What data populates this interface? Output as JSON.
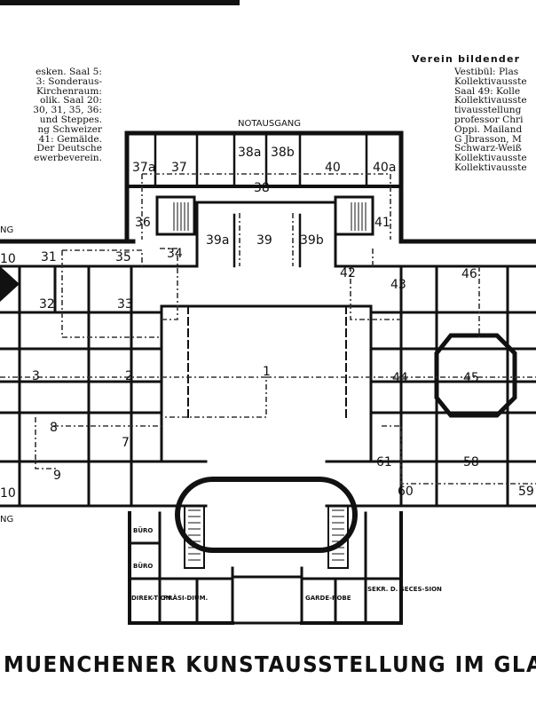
{
  "article": {
    "heading": "Verein bildender",
    "left_column": [
      "esken. Saal 5:",
      "3: Sonderaus-",
      "Kirchenraum:",
      "olik. Saal 20:",
      "30, 31, 35, 36:",
      "und Steppes.",
      "ng Schweizer",
      "41: Gemälde.",
      "Der Deutsche",
      "ewerbeverein."
    ],
    "right_column": [
      "Vestibül: Plas",
      "Kollektivausste",
      "Saal 49: Kolle",
      "Kollektivausste",
      "tivausstellung",
      "professor Chri",
      "Oppi. Mailand",
      "G Jbrasson, M",
      "Schwarz-Weiß",
      "Kollektivausste",
      "Kollektivausste"
    ]
  },
  "plan": {
    "notausgang": "NOTAUSGANG",
    "edge_label_top": "NG",
    "edge_label_bottom": "NG",
    "rooms": {
      "r1": "1",
      "r2": "2",
      "r3": "3",
      "r7": "7",
      "r8": "8",
      "r9": "9",
      "r10a": "10",
      "r10b": "10",
      "r31": "31",
      "r32": "32",
      "r33": "33",
      "r34": "34",
      "r35": "35",
      "r36": "36",
      "r37a": "37a",
      "r37": "37",
      "r38": "38",
      "r38a": "38a",
      "r38b": "38b",
      "r39": "39",
      "r39a": "39a",
      "r39b": "39b",
      "r40": "40",
      "r40a": "40a",
      "r41": "41",
      "r42": "42",
      "r43": "43",
      "r44": "44",
      "r45": "45",
      "r46": "46",
      "r58": "58",
      "r59": "59",
      "r60": "60",
      "r61": "61"
    },
    "small_rooms": {
      "buero1": "BÜRO",
      "buero2": "BÜRO",
      "direktion": "DIREK-TION.",
      "praesidium": "PRÄSI-DIUM.",
      "garderobe": "GARDE-ROBE",
      "sekr": "SEKR. D. SECES-SION"
    }
  },
  "caption": "MUENCHENER KUNSTAUSSTELLUNG IM GLASPAL"
}
